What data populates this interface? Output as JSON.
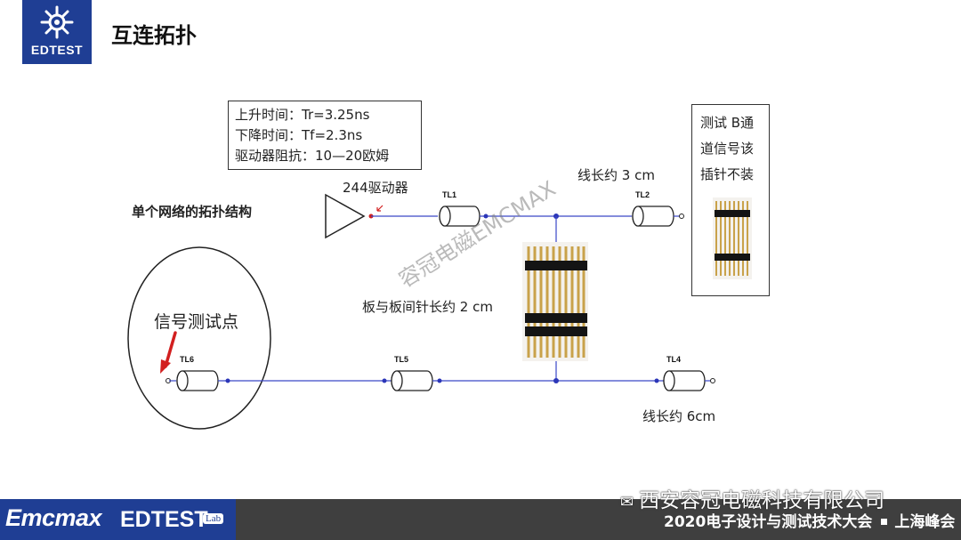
{
  "header": {
    "logo_text": "EDTEST",
    "title": "互连拓扑"
  },
  "spec": {
    "rise": "上升时间：Tr=3.25ns",
    "fall": "下降时间：Tf=2.3ns",
    "impedance": "驱动器阻抗：10—20欧姆"
  },
  "labels": {
    "driver": "244驱动器",
    "topology": "单个网络的拓扑结构",
    "len_3cm": "线长约 3 cm",
    "pin_2cm": "板与板间针长约 2 cm",
    "len_6cm": "线长约 6cm",
    "test_point": "信号测试点"
  },
  "note": {
    "line1": "测试 B通",
    "line2": "道信号该",
    "line3": "插针不装"
  },
  "tlines": {
    "tl1": "TL1",
    "tl2": "TL2",
    "tl4": "TL4",
    "tl5": "TL5",
    "tl6": "TL6"
  },
  "watermark": "容冠电磁EMCMAX",
  "company": "西安容冠电磁科技有限公司",
  "footer": {
    "brand_emc": "Emcmax",
    "brand_edtest": "EDTEST",
    "brand_lab": "Lab",
    "conf_part1": "2020电子设计与测试技术大会",
    "conf_part2": "上海峰会"
  },
  "colors": {
    "brand_blue": "#1f3e94",
    "wire_blue": "#3a47c8",
    "footer_gray": "#3f3f3f",
    "arrow_red": "#d21f1f"
  }
}
